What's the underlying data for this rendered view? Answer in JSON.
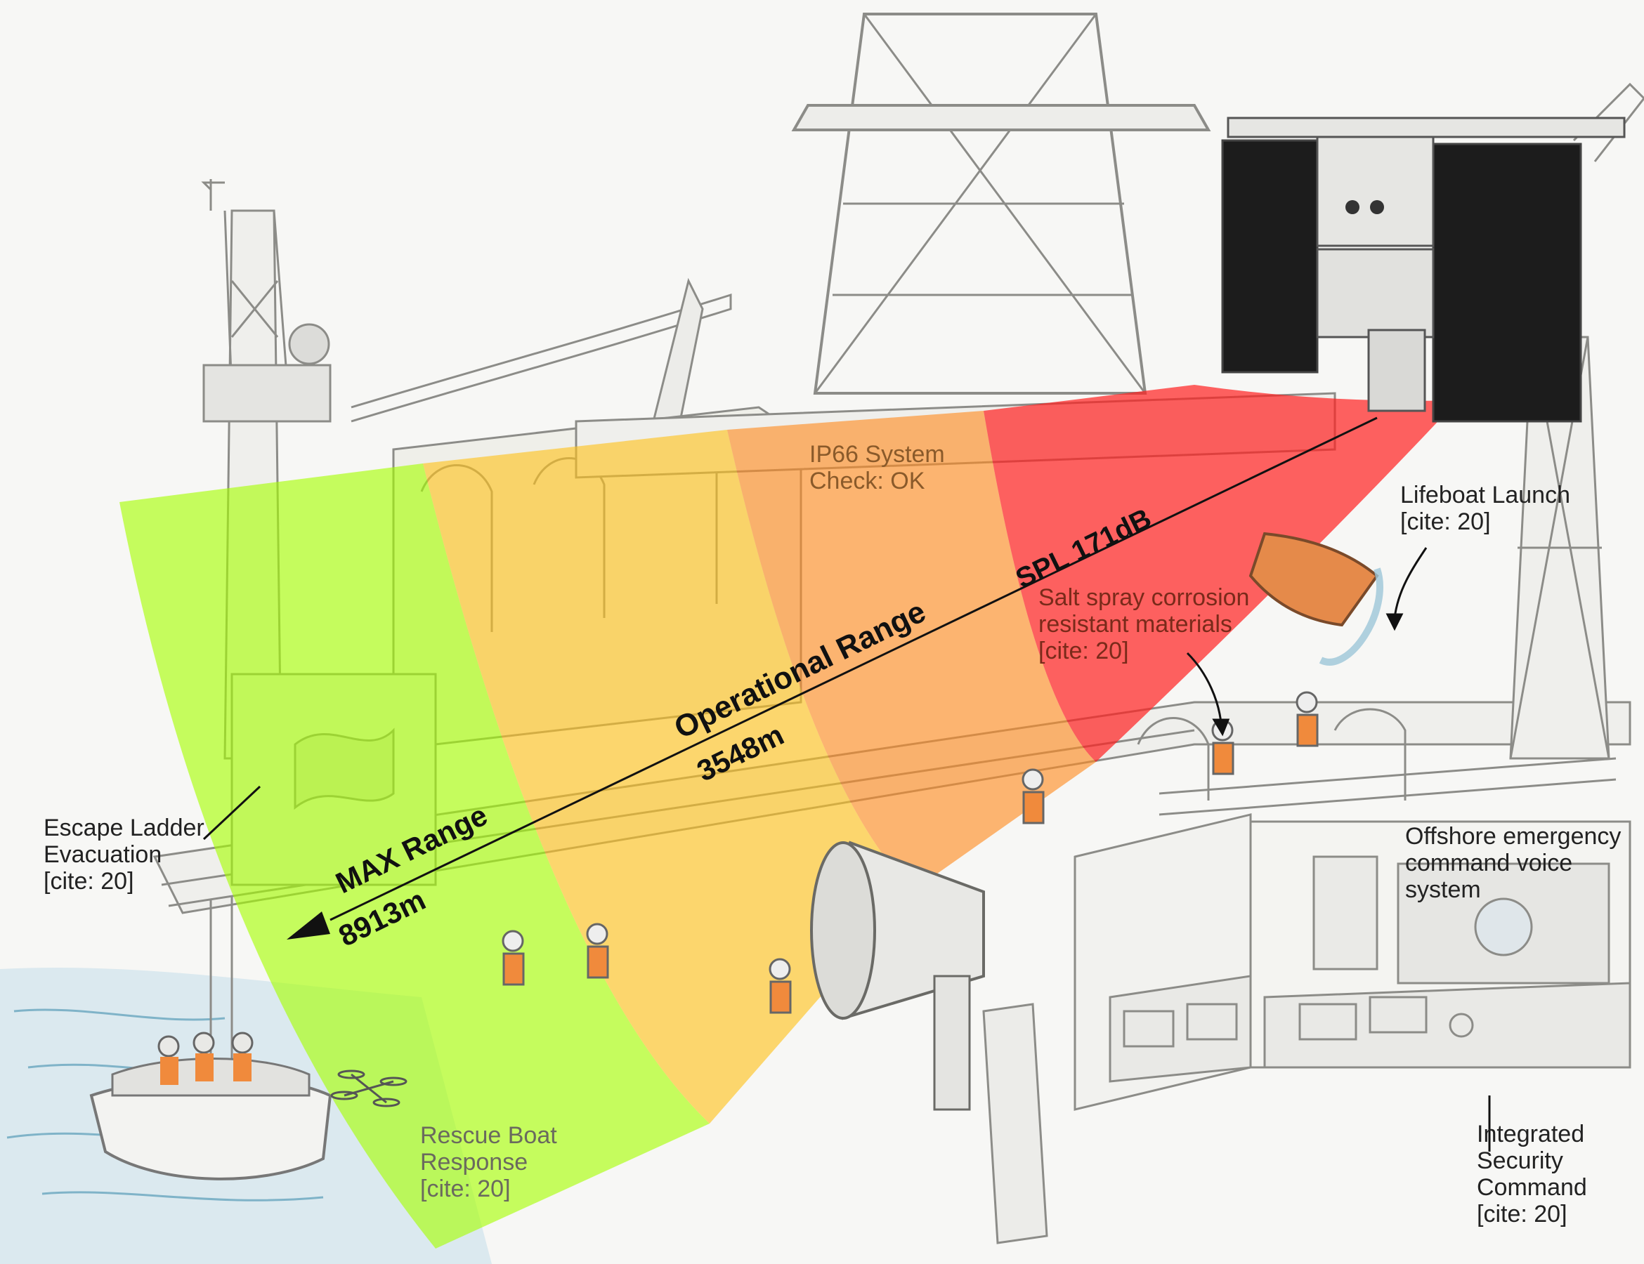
{
  "colors": {
    "zone_green": "#a6ff00",
    "zone_yellow": "#ffc21a",
    "zone_orange": "#ff8a1f",
    "zone_red": "#ff1f1f",
    "sketch_line": "#8c8c88",
    "device_panel": "#1c1c1c",
    "device_body": "#e6e6e3"
  },
  "icons": {
    "acoustic_device": "lrad-speaker-icon",
    "horn_speaker": "horn-speaker-icon",
    "drone": "drone-icon",
    "rescue_boat": "boat-icon",
    "lifeboat": "lifeboat-icon",
    "range_arrow": "arrow-left-icon"
  },
  "ranges": {
    "spl": "SPL 171dB",
    "operational_label": "Operational Range",
    "operational_value": "3548m",
    "max_label": "MAX Range",
    "max_value": "8913m"
  },
  "annotations": {
    "ip66": [
      "IP66 System",
      "Check: OK"
    ],
    "lifeboat": [
      "Lifeboat Launch",
      "[cite: 20]"
    ],
    "salt_spray": [
      "Salt spray corrosion",
      "resistant materials",
      "[cite: 20]"
    ],
    "escape_ladder": [
      "Escape Ladder",
      "Evacuation",
      "[cite: 20]"
    ],
    "offshore_voice": [
      "Offshore emergency",
      "command voice system"
    ],
    "rescue_boat": [
      "Rescue Boat",
      "Response",
      "[cite: 20]"
    ],
    "security_command": [
      "Integrated",
      "Security",
      "Command",
      "[cite: 20]"
    ]
  }
}
